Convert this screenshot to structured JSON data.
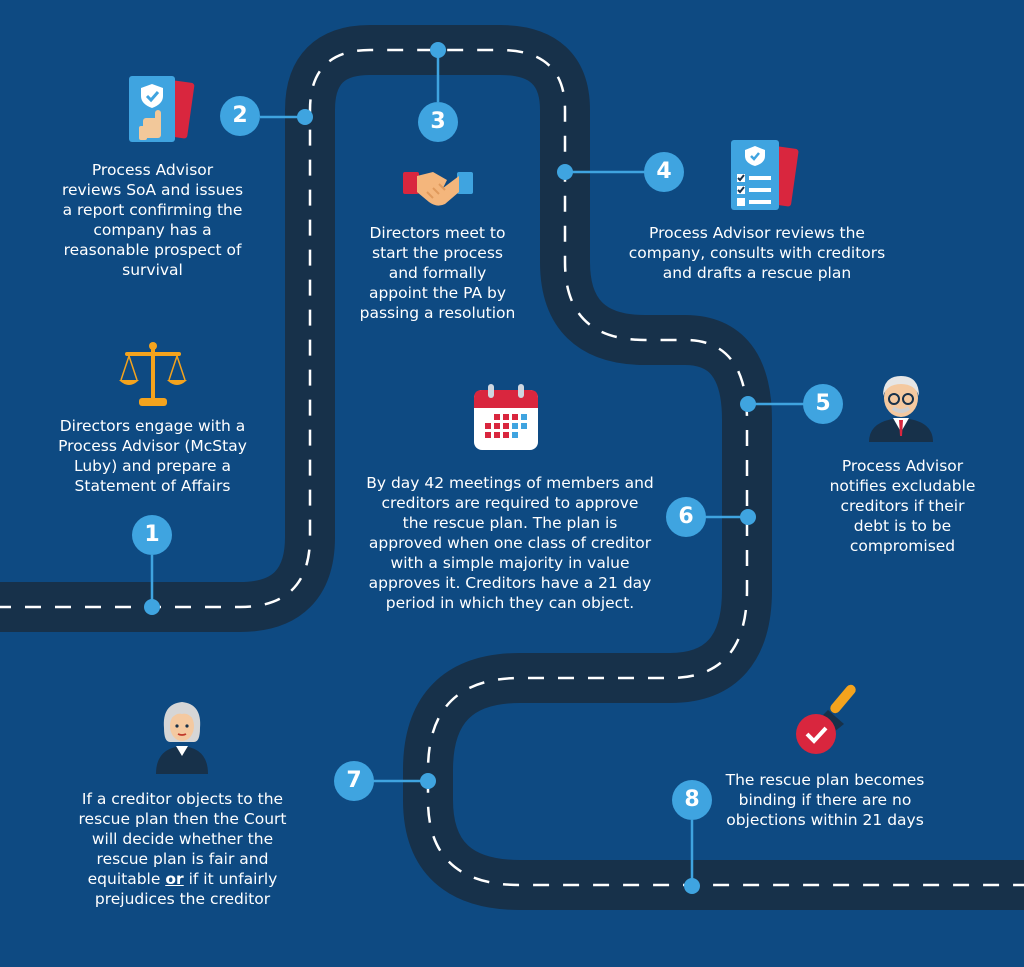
{
  "colors": {
    "background": "#0e4a82",
    "road": "#17314a",
    "road_dash": "#ffffff",
    "marker": "#3fa4e0"
  },
  "steps": [
    {
      "number": "1",
      "icon": "scales-icon",
      "lines": [
        "Directors engage with a",
        "Process Advisor (McStay",
        "Luby) and prepare a",
        "Statement of Affairs"
      ]
    },
    {
      "number": "2",
      "icon": "report-document-icon",
      "lines": [
        "Process Advisor",
        "reviews SoA and issues",
        "a report confirming the",
        "company has a",
        "reasonable prospect of",
        "survival"
      ]
    },
    {
      "number": "3",
      "icon": "handshake-icon",
      "lines": [
        "Directors meet to",
        "start the process",
        "and formally",
        "appoint the PA by",
        "passing a resolution"
      ]
    },
    {
      "number": "4",
      "icon": "checklist-document-icon",
      "lines": [
        "Process Advisor reviews the",
        "company, consults with creditors",
        "and drafts a rescue plan"
      ]
    },
    {
      "number": "5",
      "icon": "advisor-man-icon",
      "lines": [
        "Process Advisor",
        "notifies excludable",
        "creditors if their",
        "debt is to be",
        "compromised"
      ]
    },
    {
      "number": "6",
      "icon": "calendar-icon",
      "lines": [
        "By day 42 meetings of members and",
        "creditors are required to approve",
        "the rescue plan. The plan is",
        "approved when one class of creditor",
        "with a simple majority in value",
        "approves it.  Creditors have a 21 day",
        "period in which they can object."
      ]
    },
    {
      "number": "7",
      "icon": "judge-icon",
      "lines": [
        "If a creditor objects to the",
        "rescue plan then the Court",
        "will decide whether the",
        "rescue plan is fair and"
      ],
      "line5_before": "equitable ",
      "line5_emph": "or",
      "line5_after": " if it unfairly",
      "line6": "prejudices the creditor"
    },
    {
      "number": "8",
      "icon": "approval-stamp-icon",
      "lines": [
        "The rescue plan becomes",
        "binding if there are no",
        "objections within 21 days"
      ]
    }
  ]
}
